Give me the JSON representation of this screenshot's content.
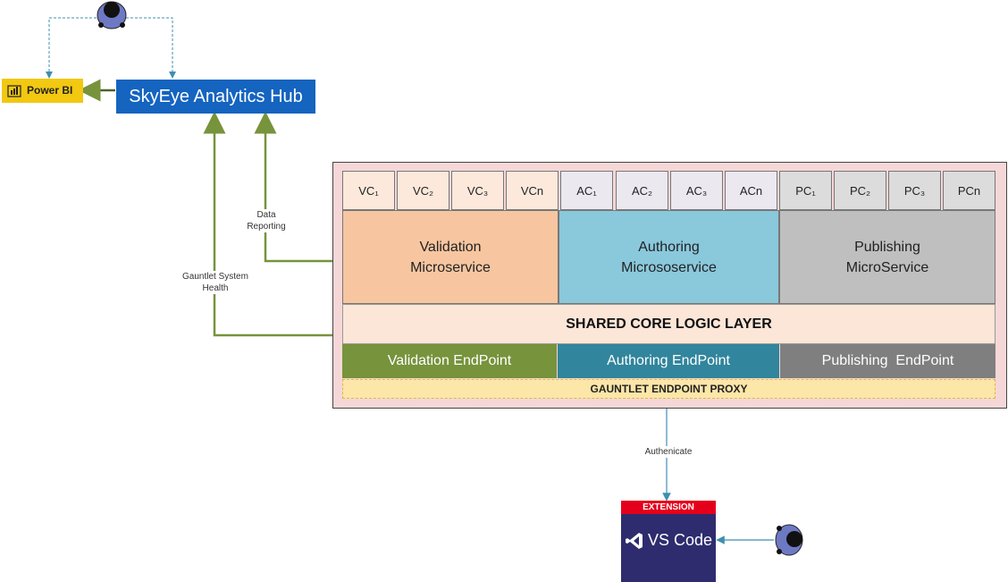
{
  "powerbi": {
    "label": "Power BI"
  },
  "hub": {
    "title": "SkyEye Analytics Hub"
  },
  "connectors": {
    "data_reporting": [
      "Data",
      "Reporting"
    ],
    "system_health": [
      "Gauntlet System",
      "Health"
    ],
    "authenticate": "Authenicate"
  },
  "chips": [
    {
      "id": "vc1",
      "label": "VC₁",
      "group": "vc"
    },
    {
      "id": "vc2",
      "label": "VC₂",
      "group": "vc"
    },
    {
      "id": "vc3",
      "label": "VC₃",
      "group": "vc"
    },
    {
      "id": "vcn",
      "label": "VCn",
      "group": "vc"
    },
    {
      "id": "ac1",
      "label": "AC₁",
      "group": "ac"
    },
    {
      "id": "ac2",
      "label": "AC₂",
      "group": "ac"
    },
    {
      "id": "ac3",
      "label": "AC₃",
      "group": "ac"
    },
    {
      "id": "acn",
      "label": "ACn",
      "group": "ac"
    },
    {
      "id": "pc1",
      "label": "PC₁",
      "group": "pc"
    },
    {
      "id": "pc2",
      "label": "PC₂",
      "group": "pc"
    },
    {
      "id": "pc3",
      "label": "PC₃",
      "group": "pc"
    },
    {
      "id": "pcn",
      "label": "PCn",
      "group": "pc"
    }
  ],
  "microservices": {
    "validation": [
      "Validation",
      "Microservice"
    ],
    "authoring": [
      "Authoring",
      "Micrososervice"
    ],
    "publishing": [
      "Publishing",
      "MicroService"
    ]
  },
  "shared_layer": "SHARED CORE LOGIC LAYER",
  "endpoints": {
    "validation": "Validation EndPoint",
    "authoring": "Authoring EndPoint",
    "publishing": "Publishing  EndPoint"
  },
  "proxy": "GAUNTLET ENDPOINT PROXY",
  "vscode": {
    "badge": "EXTENSION",
    "label": "VS Code"
  },
  "colors": {
    "hub": "#1464c0",
    "powerbi": "#f2c811",
    "green_connector": "#77933c",
    "blue_connector": "#3f8fb0",
    "validation_endpoint": "#77933c",
    "authoring_endpoint": "#31859c",
    "publishing_endpoint": "#7f7f7f"
  }
}
